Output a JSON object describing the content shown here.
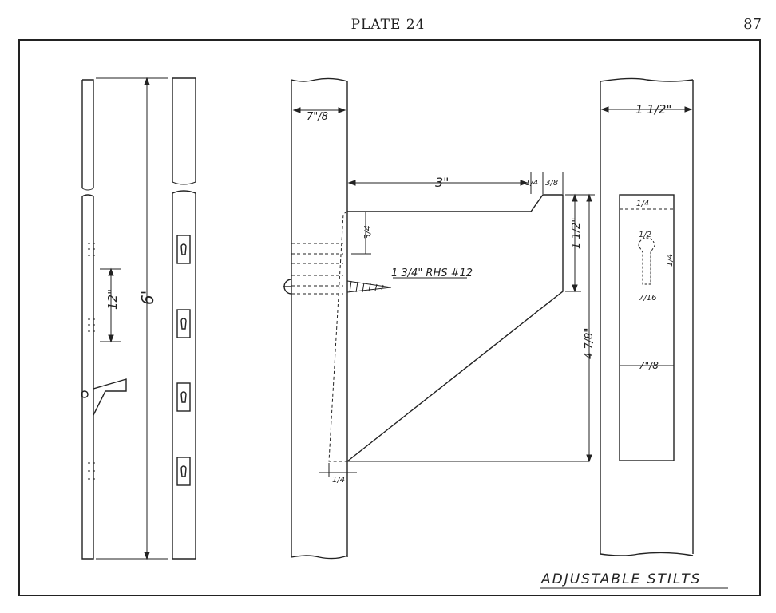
{
  "plate_label": "PLATE 24",
  "page_number": "87",
  "title": "ADJUSTABLE STILTS",
  "dimensions": {
    "height_total": "6'",
    "spacing": "12\"",
    "thickness": "7\"/8",
    "width": "1 1/2\"",
    "step_length": "3\"",
    "lip_quarter": "1/4",
    "lip_three_eighths": "3/8",
    "three_quarters": "3/4",
    "screw": "1 3/4\" RHS #12",
    "step_height": "1 1/2\"",
    "block_height": "4 7/8\"",
    "bottom_quarter": "1/4",
    "slot_top": "1/4",
    "slot_half": "1/2",
    "slot_quarter": "1/4",
    "slot_seven_sixteenths": "7/16",
    "slot_width": "7\"/8"
  }
}
